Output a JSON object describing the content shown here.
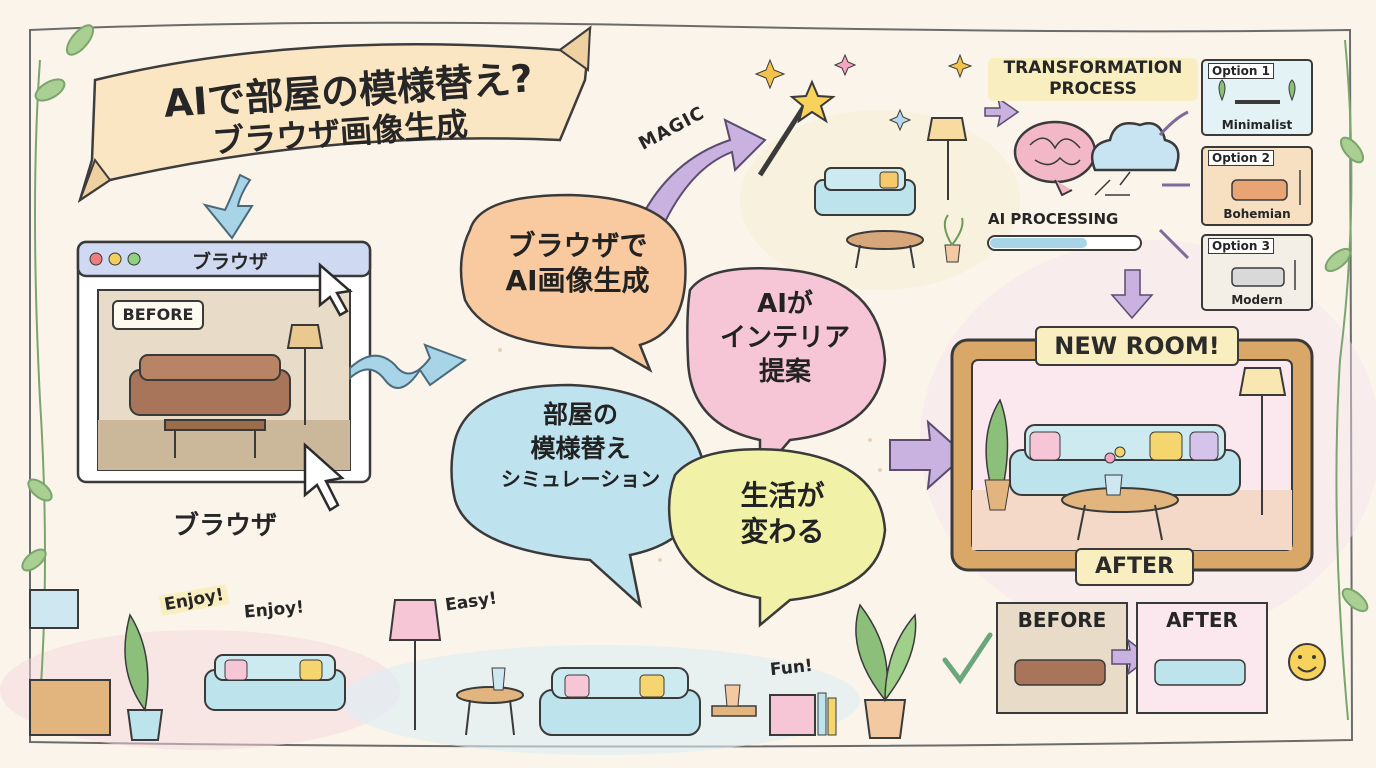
{
  "banner": {
    "line1": "AIで部屋の模様替え?",
    "line2": "ブラウザ画像生成"
  },
  "browser_window": {
    "title": "ブラウザ",
    "before_label": "BEFORE",
    "caption": "ブラウザ"
  },
  "flow": {
    "magic_label": "MAGIC"
  },
  "bubbles": {
    "orange": [
      "ブラウザで",
      "AI画像生成"
    ],
    "pink": [
      "AIが",
      "インテリア",
      "提案"
    ],
    "blue": [
      "部屋の",
      "模様替え",
      "シミュレーション"
    ],
    "yellow": [
      "生活が",
      "変わる"
    ]
  },
  "process": {
    "title_line1": "TRANSFORMATION",
    "title_line2": "PROCESS",
    "ai_processing": "AI PROCESSING",
    "progress": 0.65
  },
  "options": [
    {
      "label": "Option 1",
      "style": "Minimalist"
    },
    {
      "label": "Option 2",
      "style": "Bohemian"
    },
    {
      "label": "Option 3",
      "style": "Modern"
    }
  ],
  "result": {
    "new_room": "NEW ROOM!",
    "after": "AFTER"
  },
  "comparison": {
    "before": "BEFORE",
    "after": "AFTER"
  },
  "doodles": {
    "enjoy1": "Enjoy!",
    "enjoy2": "Enjoy!",
    "easy": "Easy!",
    "fun": "Fun!"
  },
  "colors": {
    "orange_bubble": "#f9c9a0",
    "pink_bubble": "#f7c6d6",
    "blue_bubble": "#bfe2ef",
    "yellow_bubble": "#f1f1a8",
    "arrow_purple": "#c9b2e0",
    "arrow_blue": "#a8d4e8",
    "banner": "#fbe6c4",
    "frame_gold": "#d9a869"
  }
}
